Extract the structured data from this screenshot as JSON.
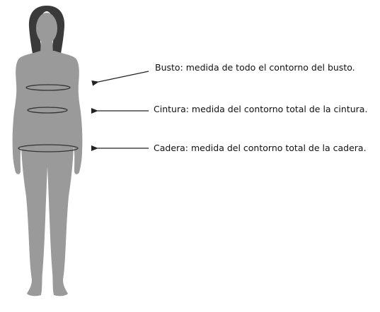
{
  "colors": {
    "background": "#ffffff",
    "figure": "#9a9a9a",
    "hair": "#3a3a3a",
    "measure_line": "#333333",
    "arrow": "#222222",
    "text": "#111111"
  },
  "labels": {
    "bust": "Busto: medida de todo el contorno del busto.",
    "waist": "Cintura: medida del contorno total de la cintura.",
    "hip": "Cadera: medida del contorno total de la cadera."
  }
}
